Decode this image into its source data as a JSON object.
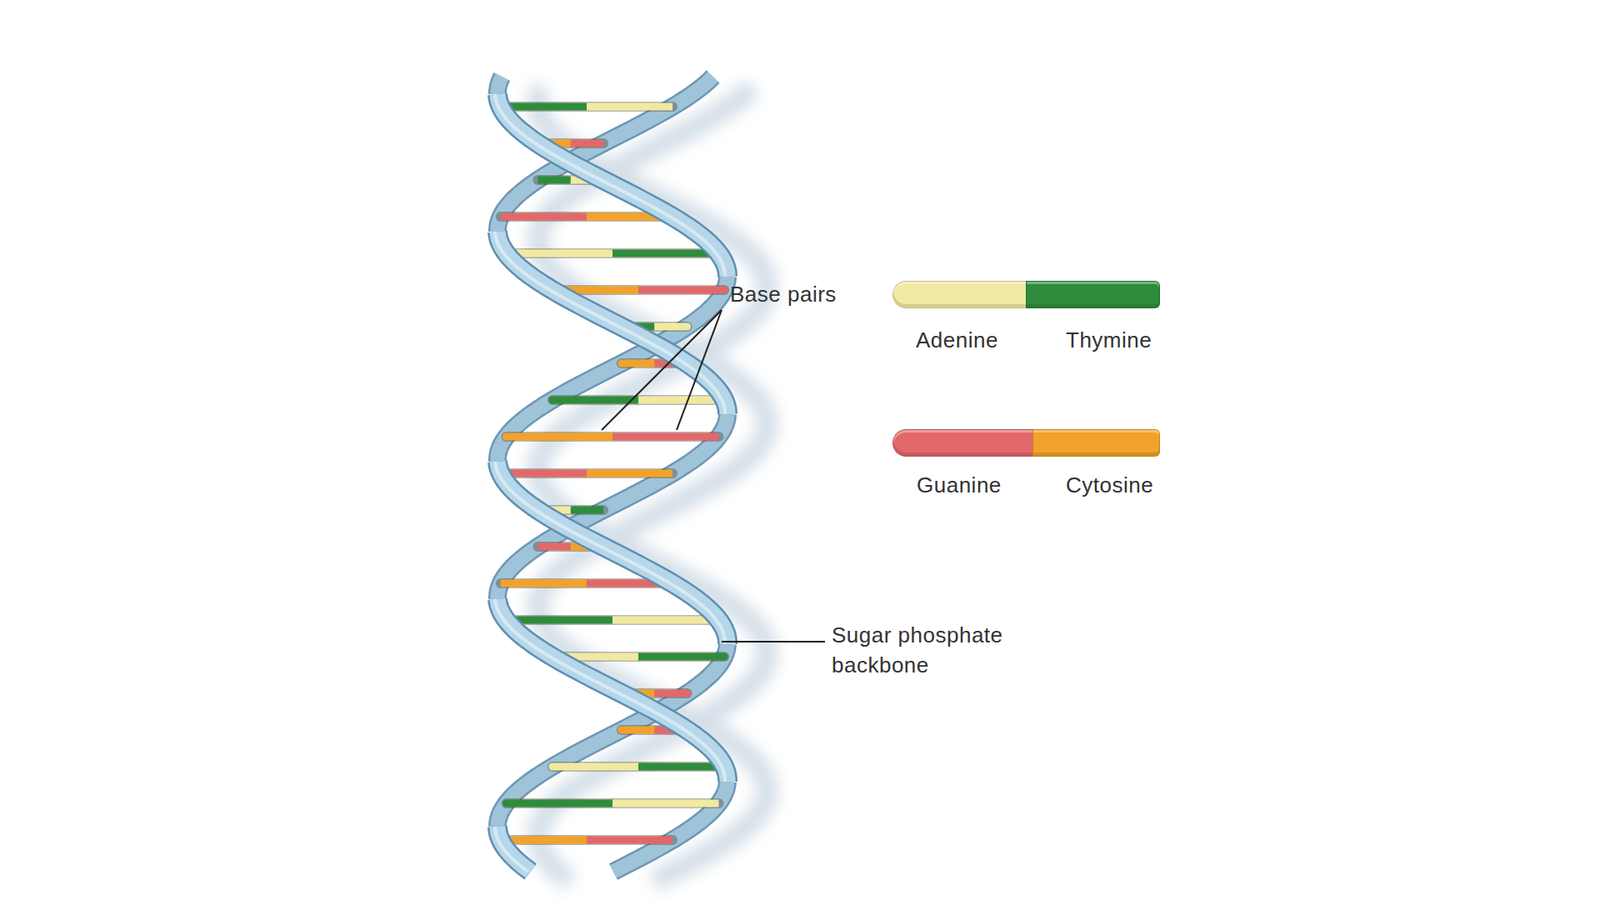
{
  "diagram": {
    "labels": [
      "Base pairs",
      "Sugar phosphate backbone"
    ],
    "legend": [
      {
        "text": "Adenine",
        "color": "#f1e9a2"
      },
      {
        "text": "Thymine",
        "color": "#2f8c3c"
      },
      {
        "text": "Guanine",
        "color": "#e2686a"
      },
      {
        "text": "Cytosine",
        "color": "#f2a22a"
      }
    ]
  }
}
